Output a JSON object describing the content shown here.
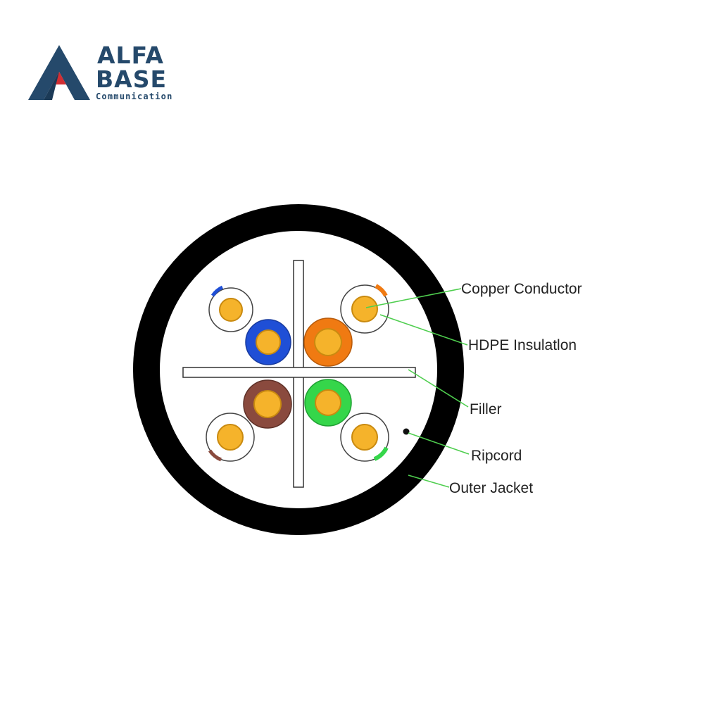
{
  "logo": {
    "line1": "ALFA",
    "line2": "BASE",
    "tagline": "Communication",
    "colors": {
      "navy": "#25496b",
      "red": "#d22e33"
    }
  },
  "diagram": {
    "labels": {
      "copper_conductor": "Copper Conductor",
      "hdpe_insulation": "HDPE Insulatlon",
      "filler": "Filler",
      "ripcord": "Ripcord",
      "outer_jacket": "Outer Jacket"
    },
    "colors": {
      "jacket": "#000000",
      "copper": "#f5b32b",
      "leader_line": "#4fce4f",
      "blue": "#1f4fd6",
      "orange": "#f07a12",
      "brown": "#8a4a3e",
      "green": "#35d64a"
    }
  }
}
